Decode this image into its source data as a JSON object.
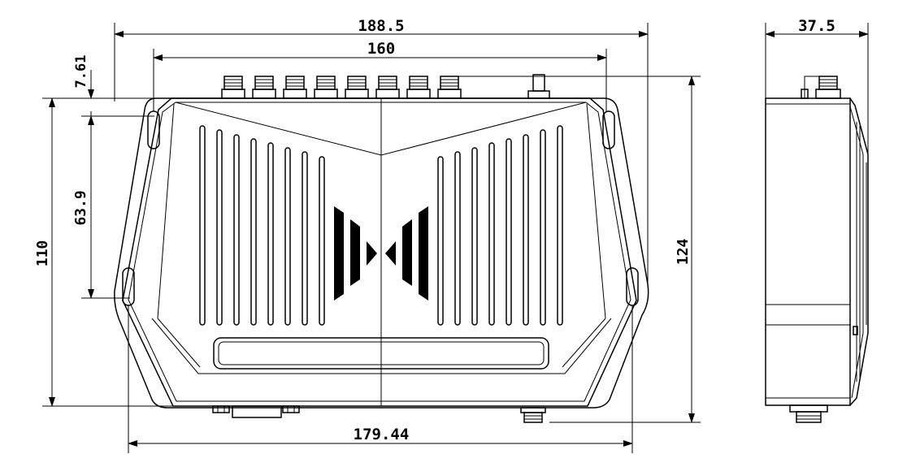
{
  "dimensions": {
    "overall_width": "188.5",
    "mount_spacing": "160",
    "top_offset": "7.61",
    "slot_spacing": "63.9",
    "body_height": "110",
    "total_height": "124",
    "bottom_width": "179.44",
    "side_depth": "37.5"
  },
  "colors": {
    "line": "#000000",
    "background": "#ffffff"
  },
  "front_view": {
    "antenna_ports": 8
  }
}
